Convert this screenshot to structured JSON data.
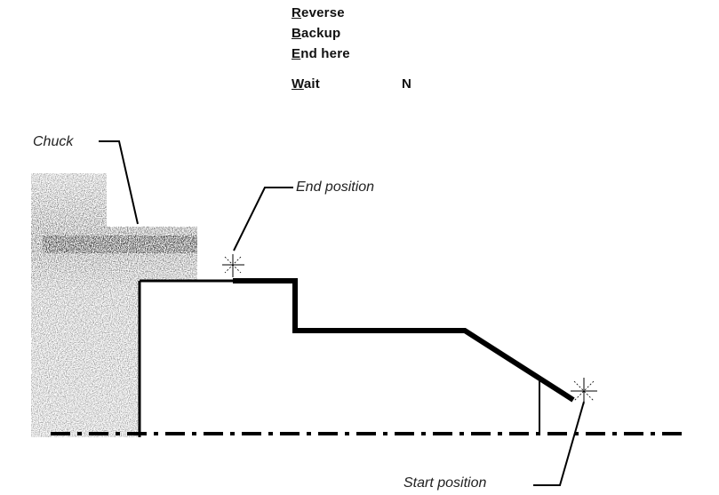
{
  "menu": {
    "items": [
      {
        "label": "Reverse",
        "accelerator": "R",
        "rest": "everse"
      },
      {
        "label": "Backup",
        "accelerator": "B",
        "rest": "ackup"
      },
      {
        "label": "End here",
        "accelerator": "E",
        "rest": "nd here"
      },
      {
        "label": "Wait",
        "accelerator": "W",
        "rest": "ait",
        "value": "N"
      }
    ]
  },
  "diagram": {
    "labels": {
      "chuck": "Chuck",
      "end_position": "End position",
      "start_position": "Start position"
    },
    "markers": [
      "end-position-marker",
      "start-position-marker"
    ]
  }
}
